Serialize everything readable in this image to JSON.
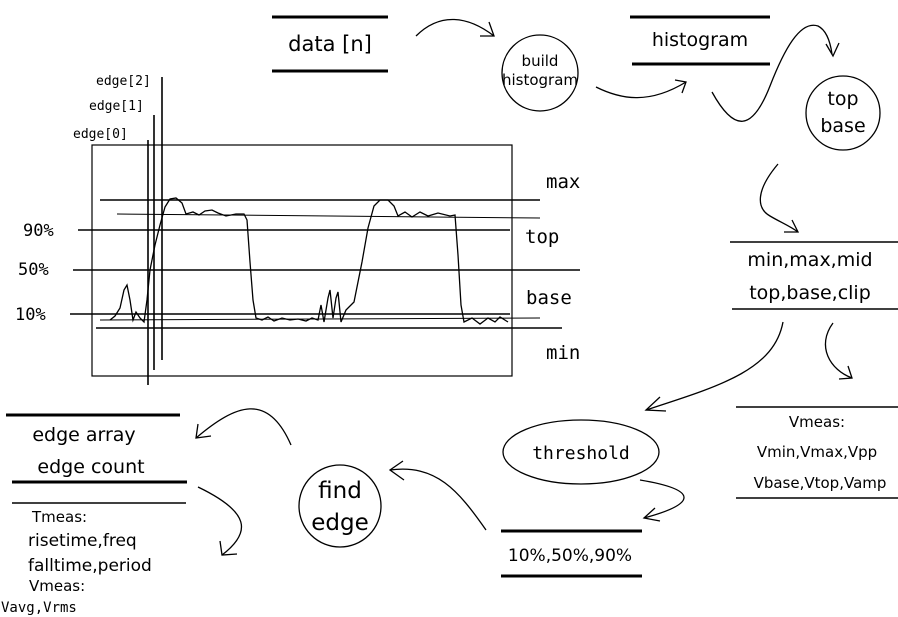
{
  "scope": {
    "edge_labels": [
      "edge[2]",
      "edge[1]",
      "edge[0]"
    ],
    "percent_labels": [
      "90%",
      "50%",
      "10%"
    ],
    "level_labels": [
      "max",
      "top",
      "base",
      "min"
    ]
  },
  "nodes": {
    "data": "data [n]",
    "build_histogram": [
      "build",
      "histogram"
    ],
    "histogram": "histogram",
    "top_base": [
      "top",
      "base"
    ],
    "params": [
      "min,max,mid",
      "top,base,clip"
    ],
    "vmeas_volt": [
      "Vmeas:",
      "Vmin,Vmax,Vpp",
      "Vbase,Vtop,Vamp"
    ],
    "threshold": "threshold",
    "thresholds": "10%,50%,90%",
    "find_edge": [
      "find",
      "edge"
    ],
    "edge_array": [
      "edge array",
      "edge count"
    ],
    "tmeas": [
      "Tmeas:",
      "risetime,freq",
      "falltime,period",
      "Vmeas:",
      "Vavg,Vrms"
    ]
  }
}
